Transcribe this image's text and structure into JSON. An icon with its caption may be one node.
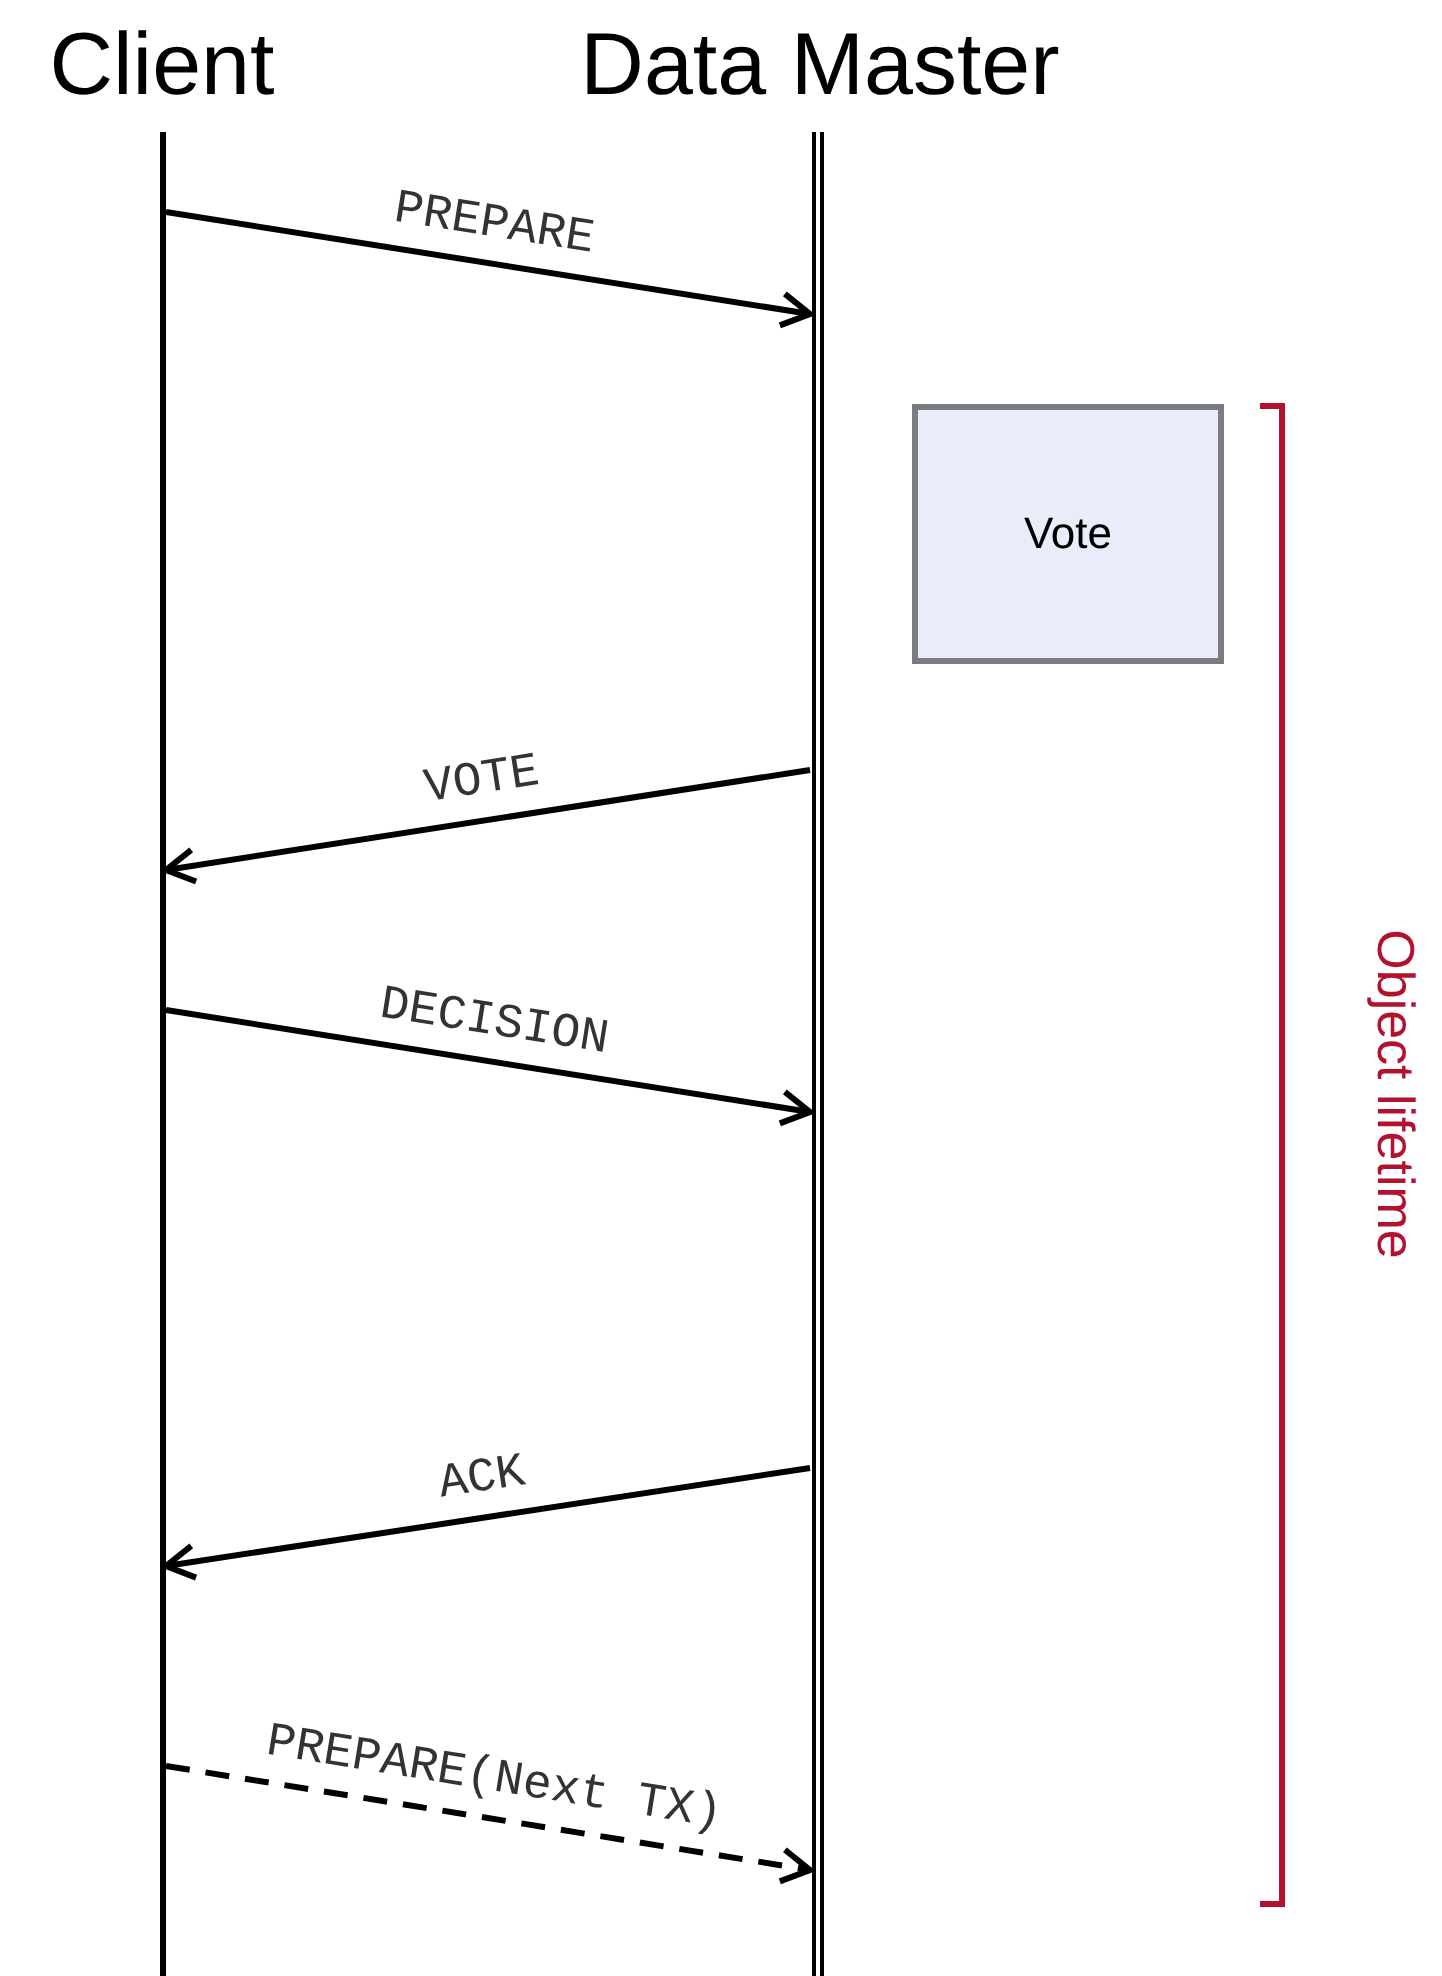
{
  "diagram": {
    "nodes": [
      {
        "text": [
          "Client"
        ]
      },
      {
        "text": [
          "Data Master"
        ]
      },
      {
        "text": [
          "Vote"
        ]
      }
    ],
    "edges": [
      {
        "from": 0,
        "to": 1,
        "arrow": "to",
        "label": "PREPARE"
      },
      {
        "from": 1,
        "to": 0,
        "arrow": "to",
        "label": "VOTE"
      },
      {
        "from": 0,
        "to": 1,
        "arrow": "to",
        "label": "DECISION"
      },
      {
        "from": 1,
        "to": 0,
        "arrow": "to",
        "label": "ACK"
      },
      {
        "from": 0,
        "to": 1,
        "arrow": "to",
        "label": "PREPARE(Next TX)",
        "style": "dashed"
      }
    ],
    "labels": [
      "Object lifetime"
    ]
  }
}
